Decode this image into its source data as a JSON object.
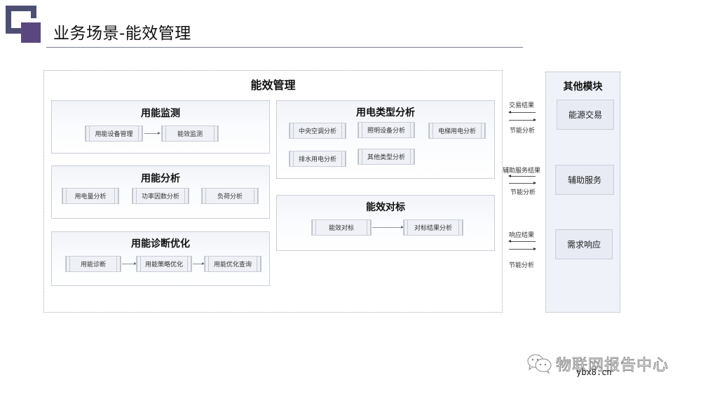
{
  "header": {
    "title": "业务场景-能效管理",
    "colors": {
      "logo_frame": "#4d4f72",
      "logo_square": "#5b4780"
    }
  },
  "main": {
    "title": "能效管理",
    "groups": [
      {
        "title": "用能监测",
        "items": [
          "用能设备管理",
          "能效监测"
        ],
        "flow": "sequential"
      },
      {
        "title": "用能分析",
        "items": [
          "用电量分析",
          "功率因数分析",
          "负荷分析"
        ],
        "flow": "parallel"
      },
      {
        "title": "用能诊断优化",
        "items": [
          "用能诊断",
          "用能策略优化",
          "用能优化查询"
        ],
        "flow": "sequential"
      },
      {
        "title": "用电类型分析",
        "items": [
          "中央空调分析",
          "照明设备分析",
          "电梯用电分析",
          "排水用电分析",
          "其他类型分析"
        ],
        "flow": "parallel"
      },
      {
        "title": "能效对标",
        "items": [
          "能效对标",
          "对标结果分析"
        ],
        "flow": "sequential"
      }
    ]
  },
  "connectors": [
    {
      "incoming": "交易结果",
      "outgoing": "节能分析"
    },
    {
      "incoming": "辅助服务结果",
      "outgoing": "节能分析"
    },
    {
      "incoming": "响应结果",
      "outgoing": "节能分析"
    }
  ],
  "other_modules": {
    "title": "其他模块",
    "items": [
      "能源交易",
      "辅助服务",
      "需求响应"
    ]
  },
  "watermark": {
    "icon": "wechat-icon",
    "text": "物联网报告中心",
    "url": "ybx8.cn"
  }
}
